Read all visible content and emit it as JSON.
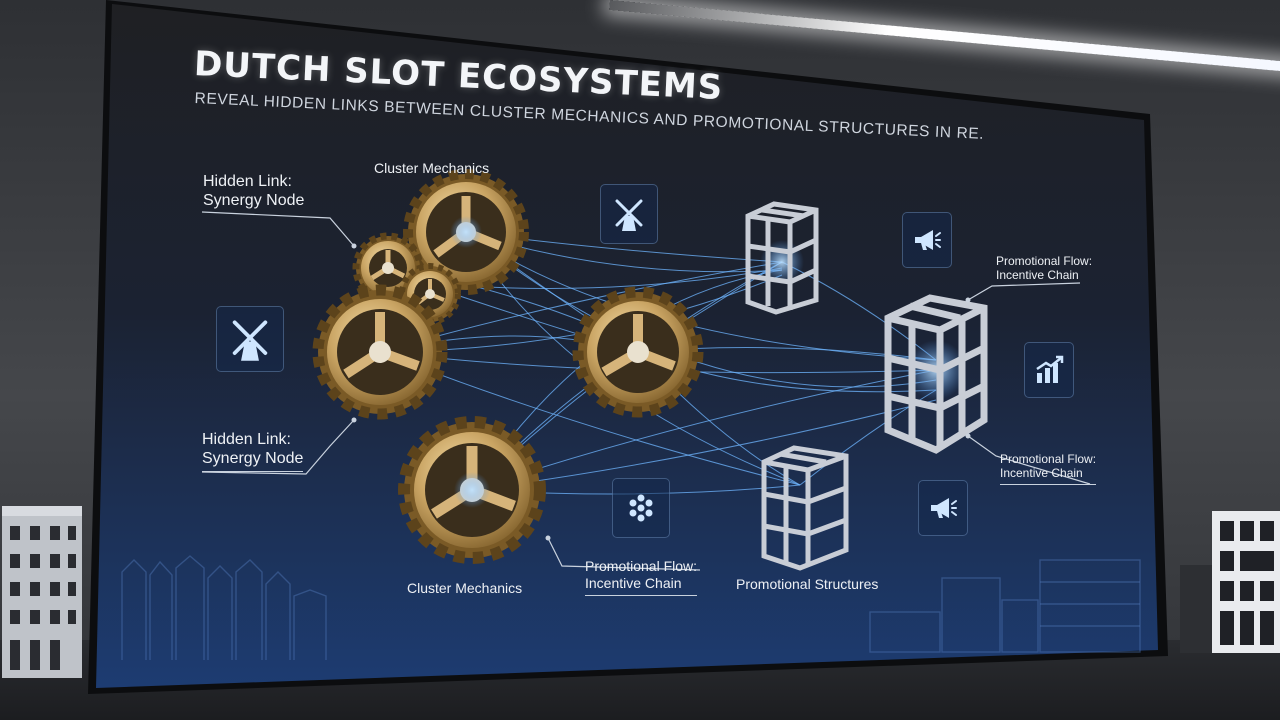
{
  "header": {
    "title": "DUTCH SLOT ECOSYSTEMS",
    "subtitle": "REVEAL HIDDEN LINKS BETWEEN CLUSTER MECHANICS AND PROMOTIONAL STRUCTURES IN RE."
  },
  "labels": {
    "hidden_link_top": [
      "Hidden Link:",
      "Synergy Node"
    ],
    "hidden_link_mid": [
      "Hidden Link:",
      "Synergy Node"
    ],
    "cluster_top": "Cluster Mechanics",
    "cluster_bottom": "Cluster Mechanics",
    "promo_flow_right_top": [
      "Promotional Flow:",
      "Incentive Chain"
    ],
    "promo_flow_right_mid": [
      "Promotional Flow:",
      "Incentive Chain"
    ],
    "promo_flow_bottom": [
      "Promotional Flow:",
      "Incentive Chain"
    ],
    "promo_structures": "Promotional Structures"
  },
  "icons": [
    "windmill-icon",
    "windmill-icon",
    "megaphone-icon",
    "bar-chart-icon",
    "megaphone-icon",
    "cluster-dots-icon"
  ],
  "colors": {
    "screen_top": "#202124",
    "screen_bottom": "#1c3a6e",
    "gold": "#c9a463",
    "link_blue": "#6fb6ff",
    "steel": "#c8cdd6"
  }
}
